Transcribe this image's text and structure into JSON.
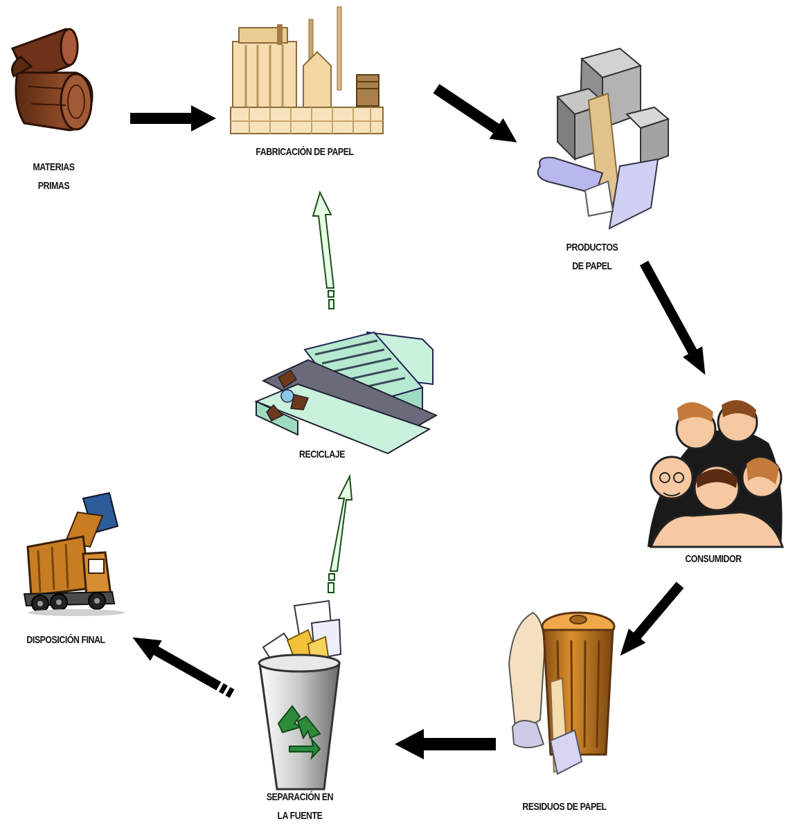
{
  "nodes": {
    "materias_primas": {
      "lines": [
        "MATERIAS",
        "PRIMAS"
      ],
      "icon": "logs-icon"
    },
    "fabricacion": {
      "lines": [
        "FABRICACIÓN DE PAPEL"
      ],
      "icon": "paper-mill-icon"
    },
    "productos": {
      "lines": [
        "PRODUCTOS",
        "DE PAPEL"
      ],
      "icon": "paper-products-icon"
    },
    "consumidor": {
      "lines": [
        "CONSUMIDOR"
      ],
      "icon": "consumers-icon"
    },
    "residuos": {
      "lines": [
        "RESIDUOS DE PAPEL"
      ],
      "icon": "trash-can-icon"
    },
    "separacion": {
      "lines": [
        "SEPARACIÓN EN",
        "LA FUENTE"
      ],
      "icon": "recycle-bin-icon"
    },
    "reciclaje": {
      "lines": [
        "RECICLAJE"
      ],
      "icon": "recycling-plant-icon"
    },
    "disposicion": {
      "lines": [
        "DISPOSICIÓN FINAL"
      ],
      "icon": "garbage-truck-icon"
    }
  },
  "colors": {
    "arrow_solid": "#000000",
    "arrow_recycle": "#e6ffe6",
    "arrow_recycle_stroke": "#1a4d1a",
    "wood": "#7a3b1f",
    "mill": "#f5ddb0",
    "plant": "#c9f1dc",
    "bin": "#9a9a9a",
    "truck": "#c87d23"
  }
}
